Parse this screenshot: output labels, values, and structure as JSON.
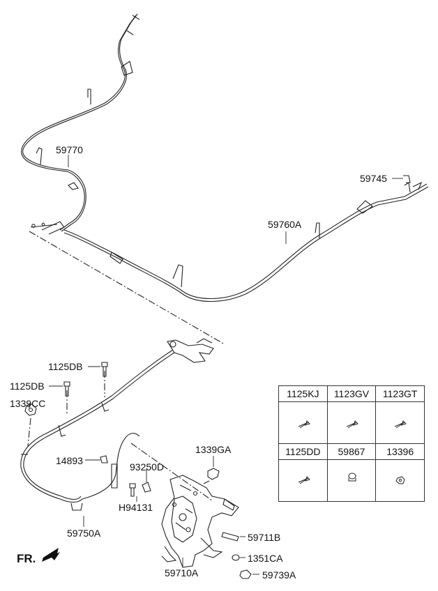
{
  "labels": {
    "p59770": "59770",
    "p59745": "59745",
    "p59760A": "59760A",
    "p1125DB_a": "1125DB",
    "p1125DB_b": "1125DB",
    "p1339CC": "1339CC",
    "p14893": "14893",
    "p93250D": "93250D",
    "p1339GA": "1339GA",
    "pH94131": "H94131",
    "p59750A": "59750A",
    "p59711B": "59711B",
    "p1351CA": "1351CA",
    "p59710A": "59710A",
    "p59739A": "59739A"
  },
  "direction_label": "FR.",
  "parts_table": {
    "row1": [
      "1125KJ",
      "1123GV",
      "1123GT"
    ],
    "row2": [
      "1125DD",
      "59867",
      "13396"
    ]
  }
}
